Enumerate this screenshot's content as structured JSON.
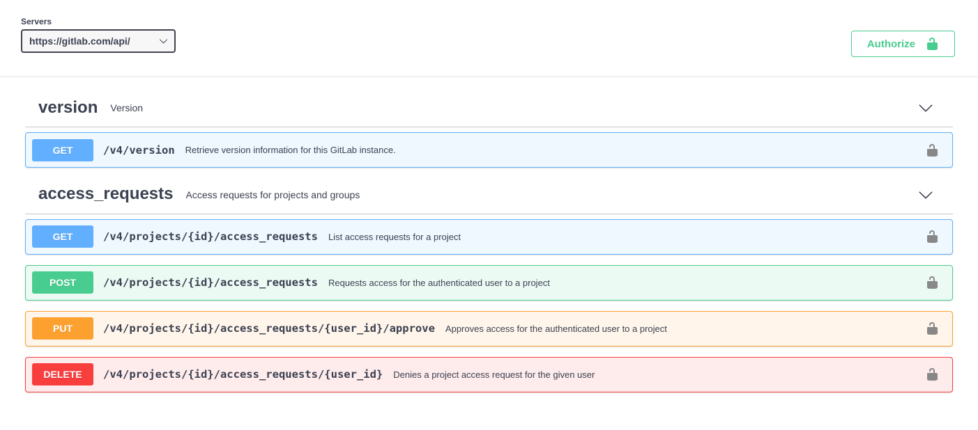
{
  "servers": {
    "label": "Servers",
    "selected_url": "https://gitlab.com/api/"
  },
  "authorize": {
    "label": "Authorize"
  },
  "colors": {
    "get": "#61affe",
    "post": "#49cc90",
    "put": "#fca130",
    "delete": "#f93e3e",
    "accent": "#49cc90",
    "text": "#3b4151",
    "lock_gray": "#888888"
  },
  "sections": [
    {
      "title": "version",
      "description": "Version",
      "operations": [
        {
          "method": "GET",
          "path": "/v4/version",
          "summary": "Retrieve version information for this GitLab instance."
        }
      ]
    },
    {
      "title": "access_requests",
      "description": "Access requests for projects and groups",
      "operations": [
        {
          "method": "GET",
          "path": "/v4/projects/{id}/access_requests",
          "summary": "List access requests for a project"
        },
        {
          "method": "POST",
          "path": "/v4/projects/{id}/access_requests",
          "summary": "Requests access for the authenticated user to a project"
        },
        {
          "method": "PUT",
          "path": "/v4/projects/{id}/access_requests/{user_id}/approve",
          "summary": "Approves access for the authenticated user to a project"
        },
        {
          "method": "DELETE",
          "path": "/v4/projects/{id}/access_requests/{user_id}",
          "summary": "Denies a project access request for the given user"
        }
      ]
    }
  ]
}
